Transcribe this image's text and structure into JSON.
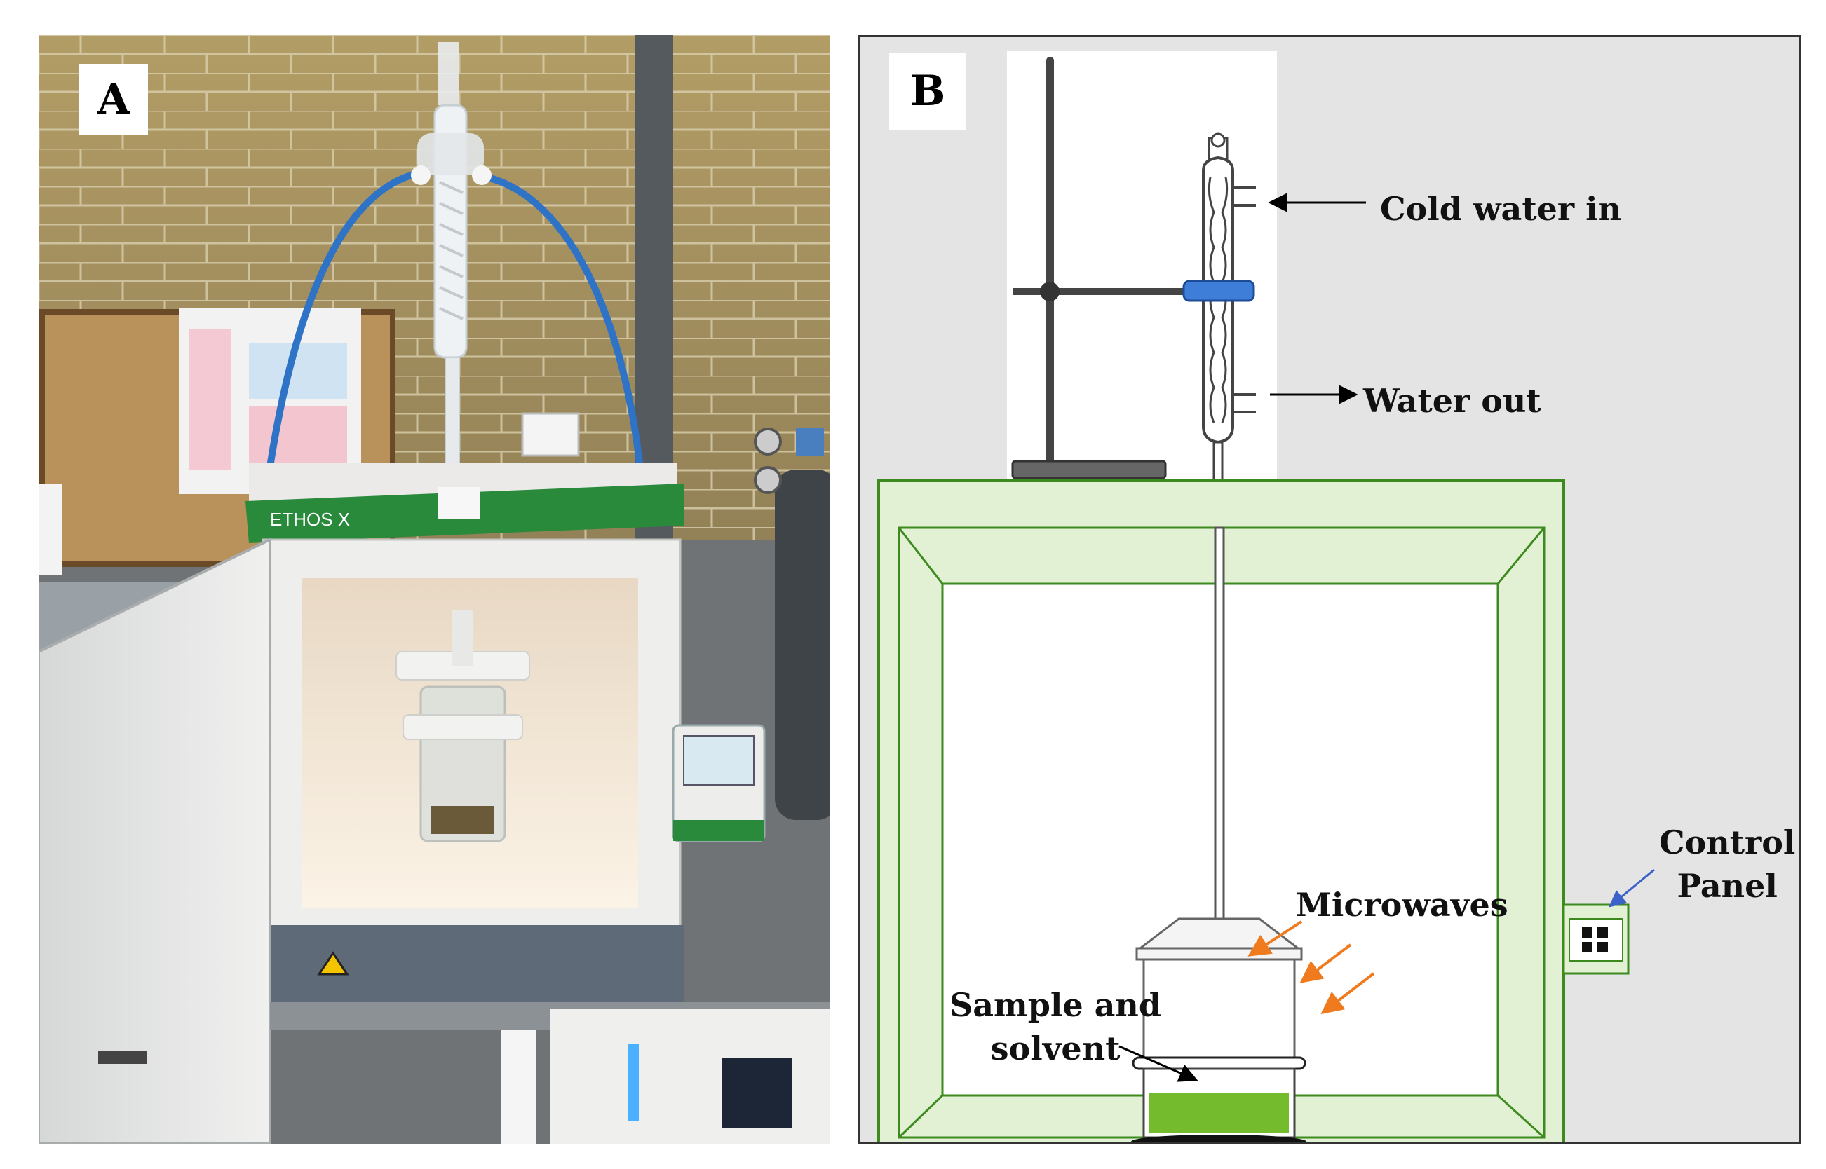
{
  "panel_a": {
    "letter": "A",
    "device_brand": "ETHOS X"
  },
  "panel_b": {
    "letter": "B",
    "labels": {
      "cold_water_in": "Cold water in",
      "water_out": "Water out",
      "microwaves": "Microwaves",
      "control_panel": "Control\nPanel",
      "sample_and_solvent": "Sample and\nsolvent"
    }
  },
  "colors": {
    "cabinet_fill": "#e2f1d4",
    "cabinet_stroke": "#3d8b1f",
    "sample_fill": "#74bc2e",
    "microwave_arrow": "#f07a1e",
    "clamp_blue": "#3f7ed8",
    "control_arrow": "#3a62c8"
  }
}
